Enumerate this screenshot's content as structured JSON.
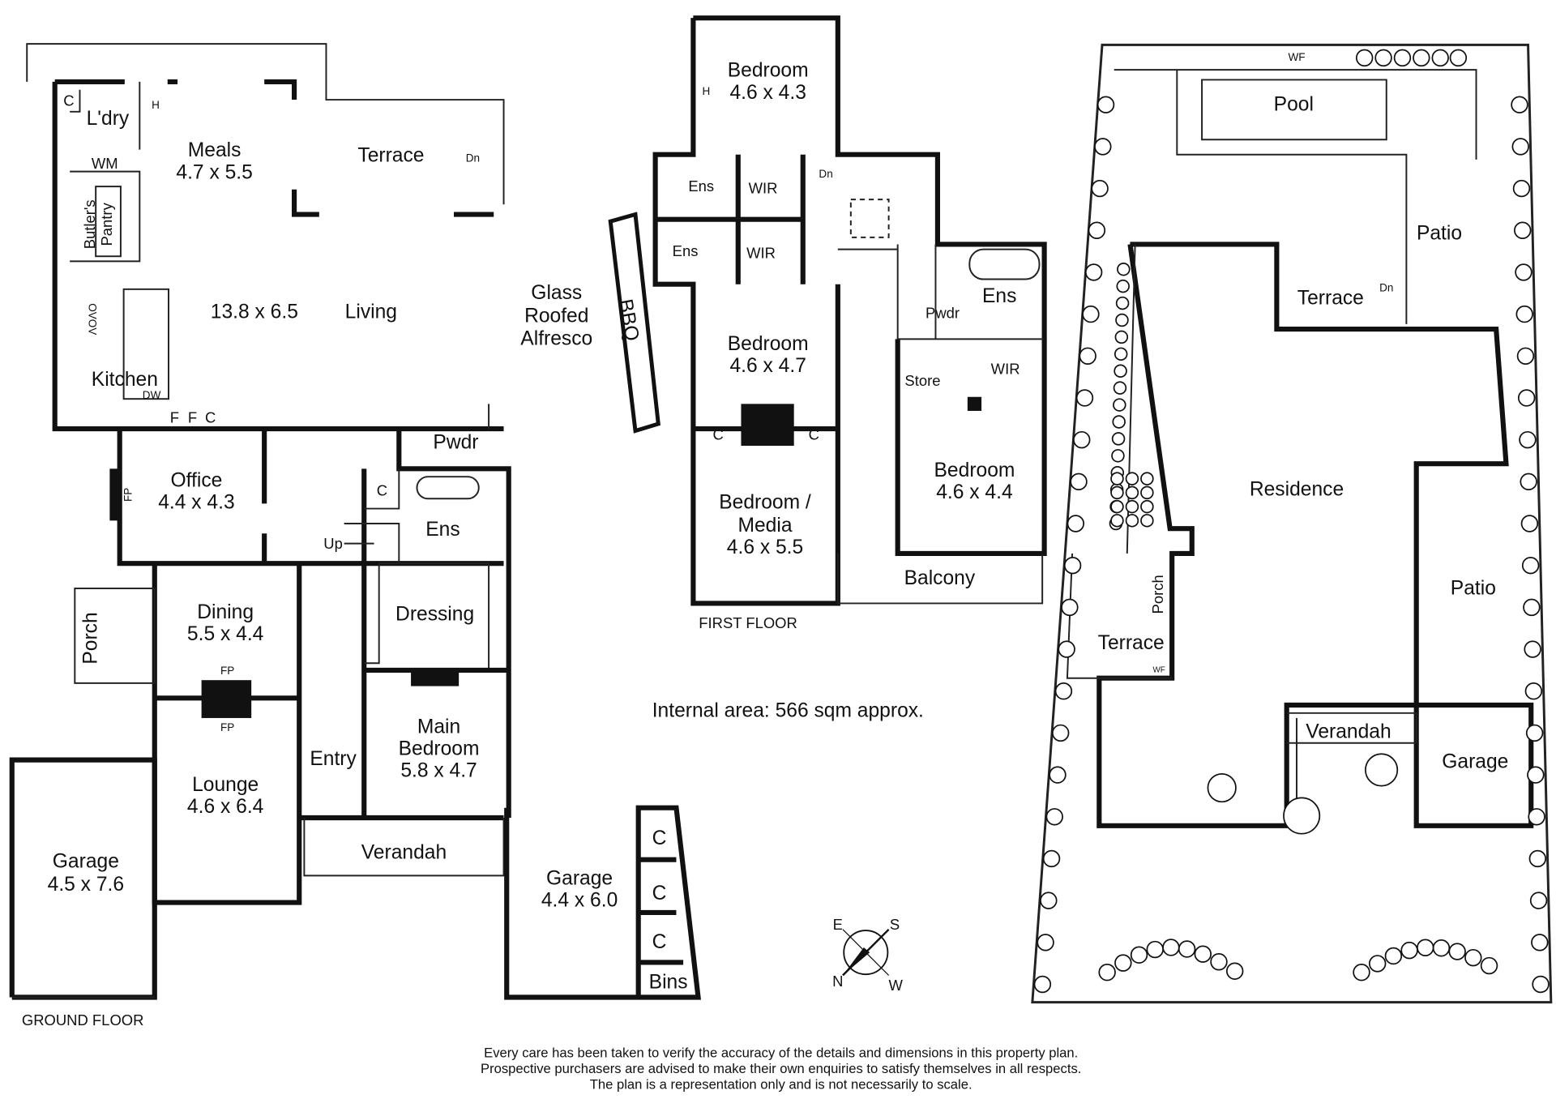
{
  "ground_floor": {
    "title": "GROUND FLOOR",
    "laundry": "L'dry",
    "laundry_cupboard": "C",
    "heater": "H",
    "meals": "Meals",
    "meals_dim": "4.7 x 5.5",
    "terrace": "Terrace",
    "dn": "Dn",
    "wm": "WM",
    "butlers": "Butler's",
    "pantry": "Pantry",
    "living_dim": "13.8 x 6.5",
    "living": "Living",
    "kitchen": "Kitchen",
    "dw": "DW",
    "fridge1": "F",
    "fridge2": "F",
    "kitchen_cupboard": "C",
    "ovens": "OVOV",
    "alfresco_1": "Glass",
    "alfresco_2": "Roofed",
    "alfresco_3": "Alfresco",
    "bbq": "BBQ",
    "powder": "Pwdr",
    "office": "Office",
    "office_dim": "4.4 x 4.3",
    "fireplace": "FP",
    "ens_cupboard": "C",
    "ensuite": "Ens",
    "up": "Up",
    "dining": "Dining",
    "dining_dim": "5.5 x 4.4",
    "porch": "Porch",
    "dressing": "Dressing",
    "main_1": "Main",
    "main_2": "Bedroom",
    "main_dim": "5.8 x 4.7",
    "lounge": "Lounge",
    "lounge_dim": "4.6 x 6.4",
    "entry": "Entry",
    "verandah": "Verandah",
    "garage1": "Garage",
    "garage1_dim": "4.5 x 7.6",
    "garage2": "Garage",
    "garage2_dim": "4.4 x 6.0",
    "cupboards": [
      "C",
      "C",
      "C"
    ],
    "bins": "Bins"
  },
  "first_floor": {
    "title": "FIRST FLOOR",
    "bed1": "Bedroom",
    "bed1_dim": "4.6 x 4.3",
    "ens1": "Ens",
    "wir1": "WIR",
    "ens2": "Ens",
    "wir2": "WIR",
    "dn": "Dn",
    "bed2": "Bedroom",
    "bed2_dim": "4.6 x 4.7",
    "cup1": "C",
    "cup2": "C",
    "bed3_1": "Bedroom /",
    "bed3_2": "Media",
    "bed3_dim": "4.6 x 5.5",
    "ens3": "Ens",
    "powder": "Pwdr",
    "store": "Store",
    "wir3": "WIR",
    "bed4": "Bedroom",
    "bed4_dim": "4.6 x 4.4",
    "balcony": "Balcony",
    "heater": "H"
  },
  "internal_area": "Internal area: 566 sqm approx.",
  "site_plan": {
    "wf_top": "WF",
    "pool": "Pool",
    "patio_top": "Patio",
    "terrace_top": "Terrace",
    "dn": "Dn",
    "residence": "Residence",
    "porch": "Porch",
    "terrace_left": "Terrace",
    "wf_left": "WF",
    "patio_right": "Patio",
    "verandah": "Verandah",
    "garage": "Garage"
  },
  "compass": {
    "e": "E",
    "s": "S",
    "n": "N",
    "w": "W"
  },
  "disclaimer": [
    "Every care has been taken to verify the accuracy of the details and dimensions in this property plan.",
    "Prospective purchasers are advised to make their own enquiries to satisfy themselves in all respects.",
    "The plan is a representation only and is not necessarily to scale."
  ]
}
